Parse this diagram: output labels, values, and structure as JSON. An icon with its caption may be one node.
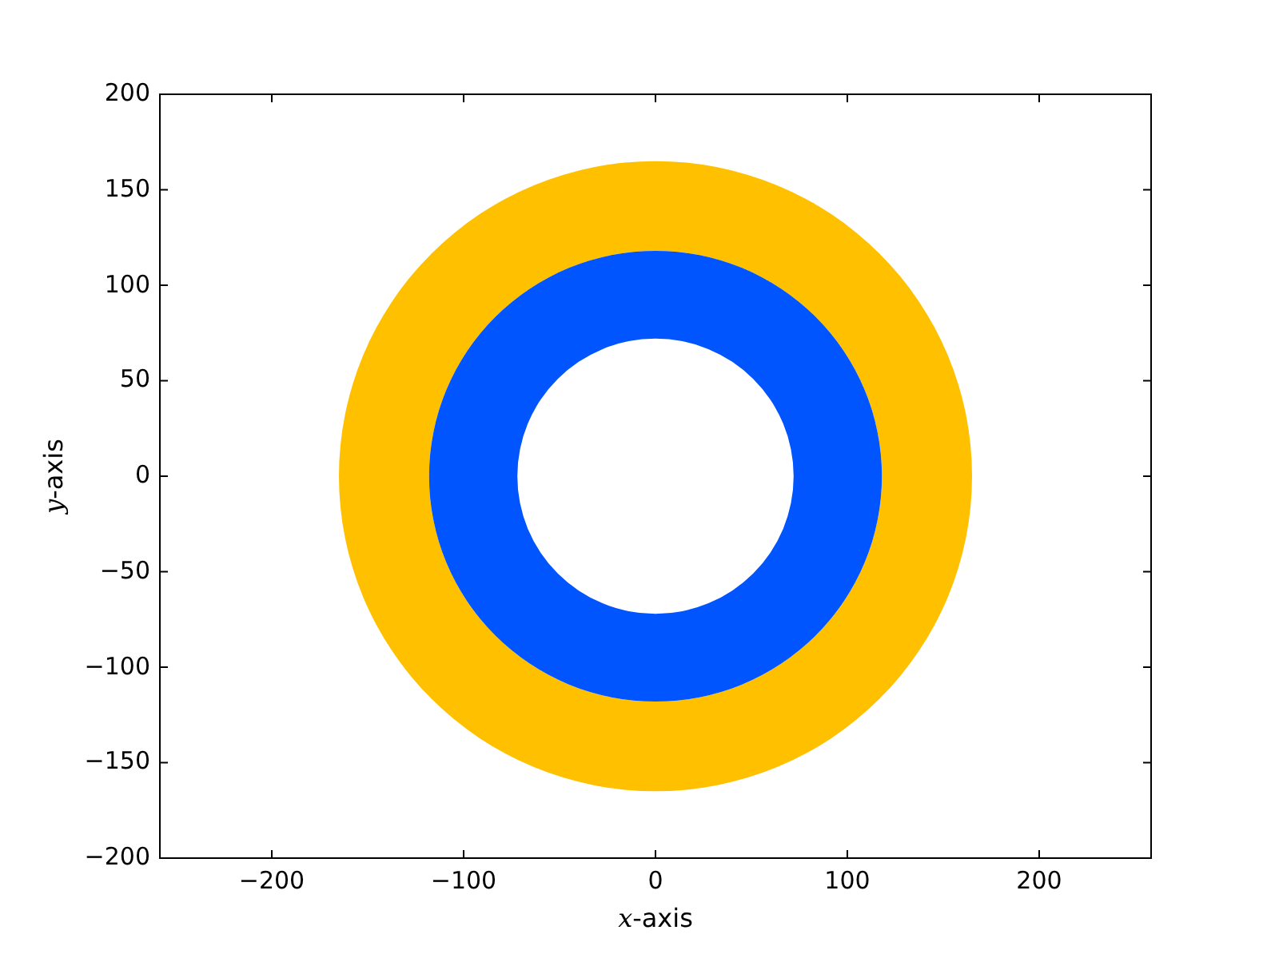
{
  "diagram": {
    "labels": [
      "200",
      "150",
      "100",
      "50",
      "0",
      "−50",
      "−100",
      "−150",
      "−200",
      "−200",
      "−100",
      "0",
      "100",
      "200",
      "*x*-axis",
      "*y*-axis"
    ]
  }
}
